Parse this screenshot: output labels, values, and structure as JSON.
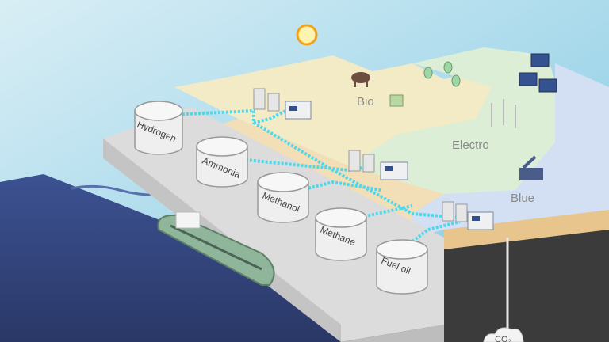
{
  "tanks": [
    {
      "id": "hydrogen",
      "label": "Hydrogen"
    },
    {
      "id": "ammonia",
      "label": "Ammonia"
    },
    {
      "id": "methanol",
      "label": "Methanol"
    },
    {
      "id": "methane",
      "label": "Methane"
    },
    {
      "id": "fuel-oil",
      "label": "Fuel oil"
    }
  ],
  "regions": {
    "bio": "Bio",
    "electro": "Electro",
    "blue": "Blue"
  },
  "co2_label": "CO₂",
  "colors": {
    "sky": "#cfe9f3",
    "pipeline": "#4fd8ec",
    "sea": "#2e3f73",
    "pier": "#d9d9d9",
    "tank": "#efefef",
    "bio_land": "#f3ebc6",
    "electro_land": "#dff0d8",
    "blue_land": "#d3e0f4"
  }
}
